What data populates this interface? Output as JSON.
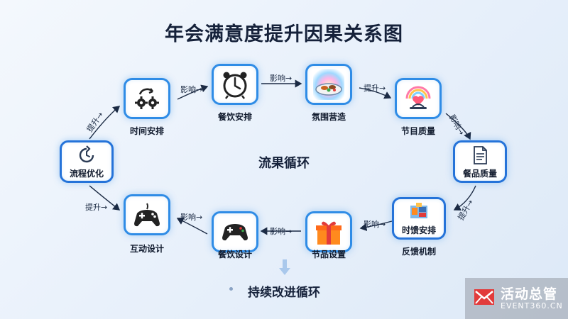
{
  "title": "年会满意度提升因果关系图",
  "center_label": "流果循环",
  "bottom_label": "持续改进循环",
  "nodes": {
    "time_schedule": {
      "label": "时间安排",
      "icon": "gears-cycle-icon"
    },
    "catering_top": {
      "label": "餐饮安排",
      "icon": "alarm-clock-icon"
    },
    "atmosphere": {
      "label": "氛围营造",
      "icon": "food-plate-icon"
    },
    "program_quality": {
      "label": "节目质量",
      "icon": "heart-rainbow-icon"
    },
    "food_quality": {
      "label": "餐品质量",
      "icon": "document-icon"
    },
    "process_opt": {
      "label": "流程优化",
      "icon": "refresh-clock-icon"
    },
    "interaction": {
      "label": "互动设计",
      "icon": "gamepad-icon"
    },
    "catering_design": {
      "label": "餐饮设计",
      "icon": "gamepad-icon"
    },
    "gift_setting": {
      "label": "节品设置",
      "icon": "gift-box-icon"
    },
    "feedback": {
      "label": "反馈机制",
      "inner_label": "时馈安排",
      "icon": "feedback-collage-icon"
    }
  },
  "connectors": {
    "c1": "提升→",
    "c2": "影响→",
    "c3": "影响→",
    "c4": "提升→",
    "c5": "影响→",
    "c6": "提升→",
    "c7": "提升→",
    "c8": "影响→",
    "c9": "影响→",
    "c10": "影响→"
  },
  "brand": {
    "name": "活动总管",
    "site": "EVENT360.CN"
  },
  "colors": {
    "node_border": "#2f8ce6",
    "arrow": "#1c2b44",
    "accent_red": "#e23b3b"
  }
}
